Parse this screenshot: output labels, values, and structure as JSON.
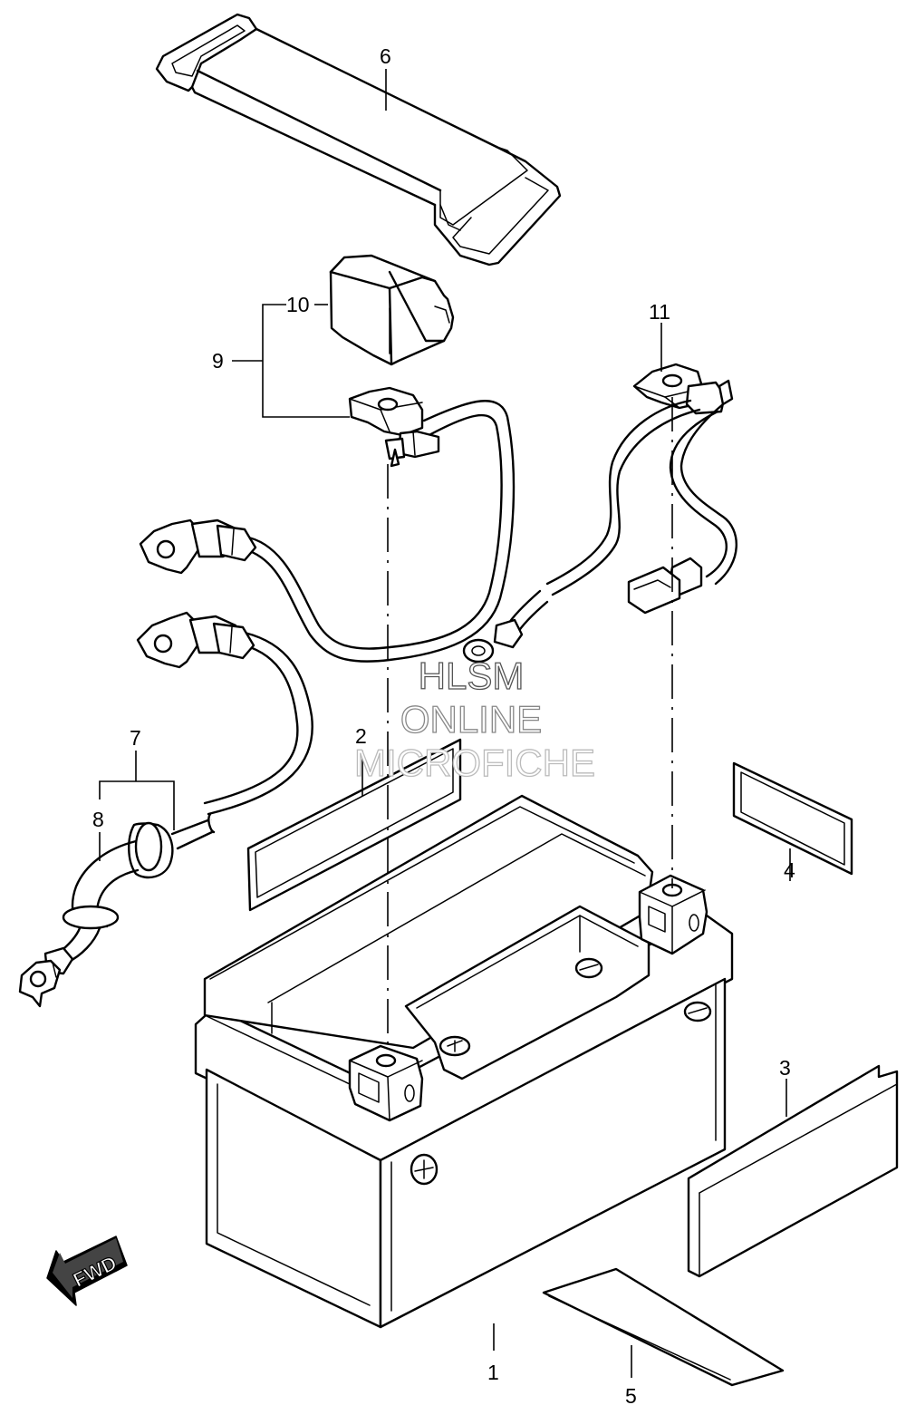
{
  "diagram": {
    "callouts": [
      {
        "id": "1",
        "label": "1"
      },
      {
        "id": "2",
        "label": "2"
      },
      {
        "id": "3",
        "label": "3"
      },
      {
        "id": "4",
        "label": "4"
      },
      {
        "id": "5",
        "label": "5"
      },
      {
        "id": "6",
        "label": "6"
      },
      {
        "id": "7",
        "label": "7"
      },
      {
        "id": "8",
        "label": "8"
      },
      {
        "id": "9",
        "label": "9"
      },
      {
        "id": "10",
        "label": "10"
      },
      {
        "id": "11",
        "label": "11"
      }
    ],
    "watermark": {
      "line1": "HLSM",
      "line2": "ONLINE",
      "line3": "MICROFICHE",
      "colors": [
        "#555555",
        "#888888",
        "#bbbbbb"
      ]
    },
    "direction_badge": {
      "text": "FWD"
    }
  }
}
